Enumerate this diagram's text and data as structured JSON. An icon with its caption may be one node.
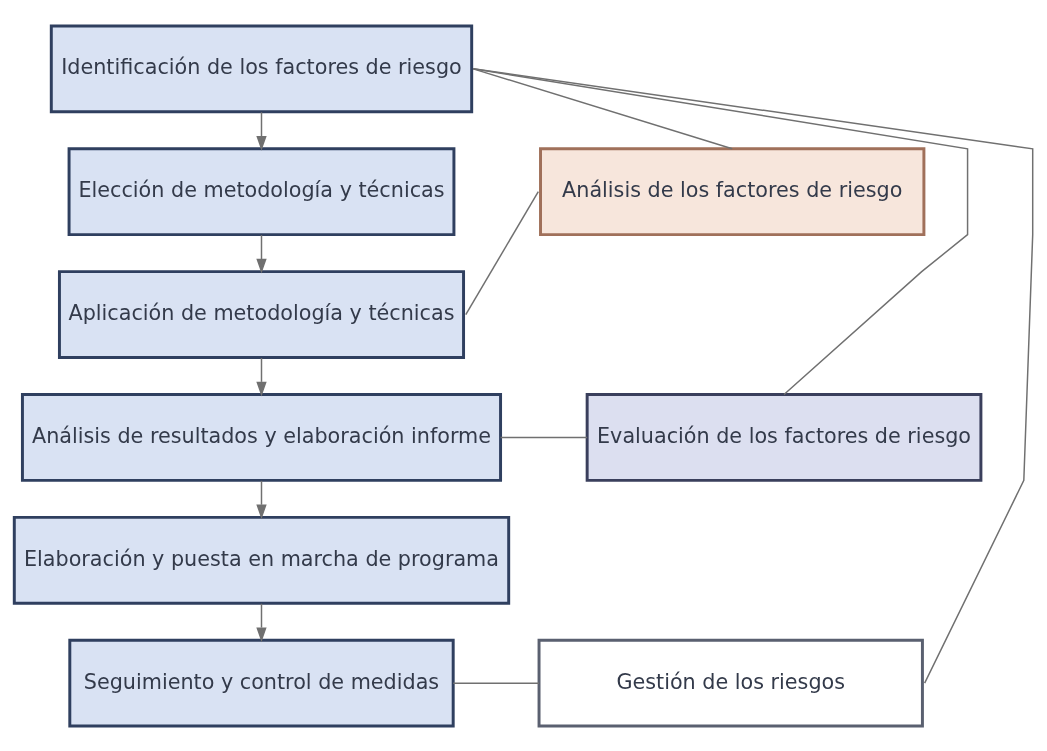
{
  "diagram": {
    "nodes": [
      {
        "text": [
          "Identificación de los factores de riesgo"
        ]
      },
      {
        "text": [
          "Elección de metodología y técnicas"
        ]
      },
      {
        "text": [
          "Aplicación de metodología y técnicas"
        ]
      },
      {
        "text": [
          "Análisis de resultados y elaboración informe"
        ]
      },
      {
        "text": [
          "Elaboración y puesta en marcha de programa"
        ]
      },
      {
        "text": [
          "Seguimiento y control de medidas"
        ]
      },
      {
        "text": [
          "Análisis de los factores de riesgo"
        ]
      },
      {
        "text": [
          "Evaluación de los factores de riesgo"
        ]
      },
      {
        "text": [
          "Gestión de los riesgos"
        ]
      }
    ],
    "edges": [
      {
        "from": 0,
        "to": 1,
        "arrow": "to"
      },
      {
        "from": 1,
        "to": 2,
        "arrow": "to"
      },
      {
        "from": 2,
        "to": 3,
        "arrow": "to"
      },
      {
        "from": 3,
        "to": 4,
        "arrow": "to"
      },
      {
        "from": 4,
        "to": 5,
        "arrow": "to"
      },
      {
        "from": 0,
        "to": 6,
        "arrow": "none"
      },
      {
        "from": 2,
        "to": 6,
        "arrow": "none"
      },
      {
        "from": 0,
        "to": 7,
        "arrow": "none"
      },
      {
        "from": 3,
        "to": 7,
        "arrow": "none"
      },
      {
        "from": 0,
        "to": 8,
        "arrow": "none"
      },
      {
        "from": 5,
        "to": 8,
        "arrow": "none"
      }
    ]
  }
}
